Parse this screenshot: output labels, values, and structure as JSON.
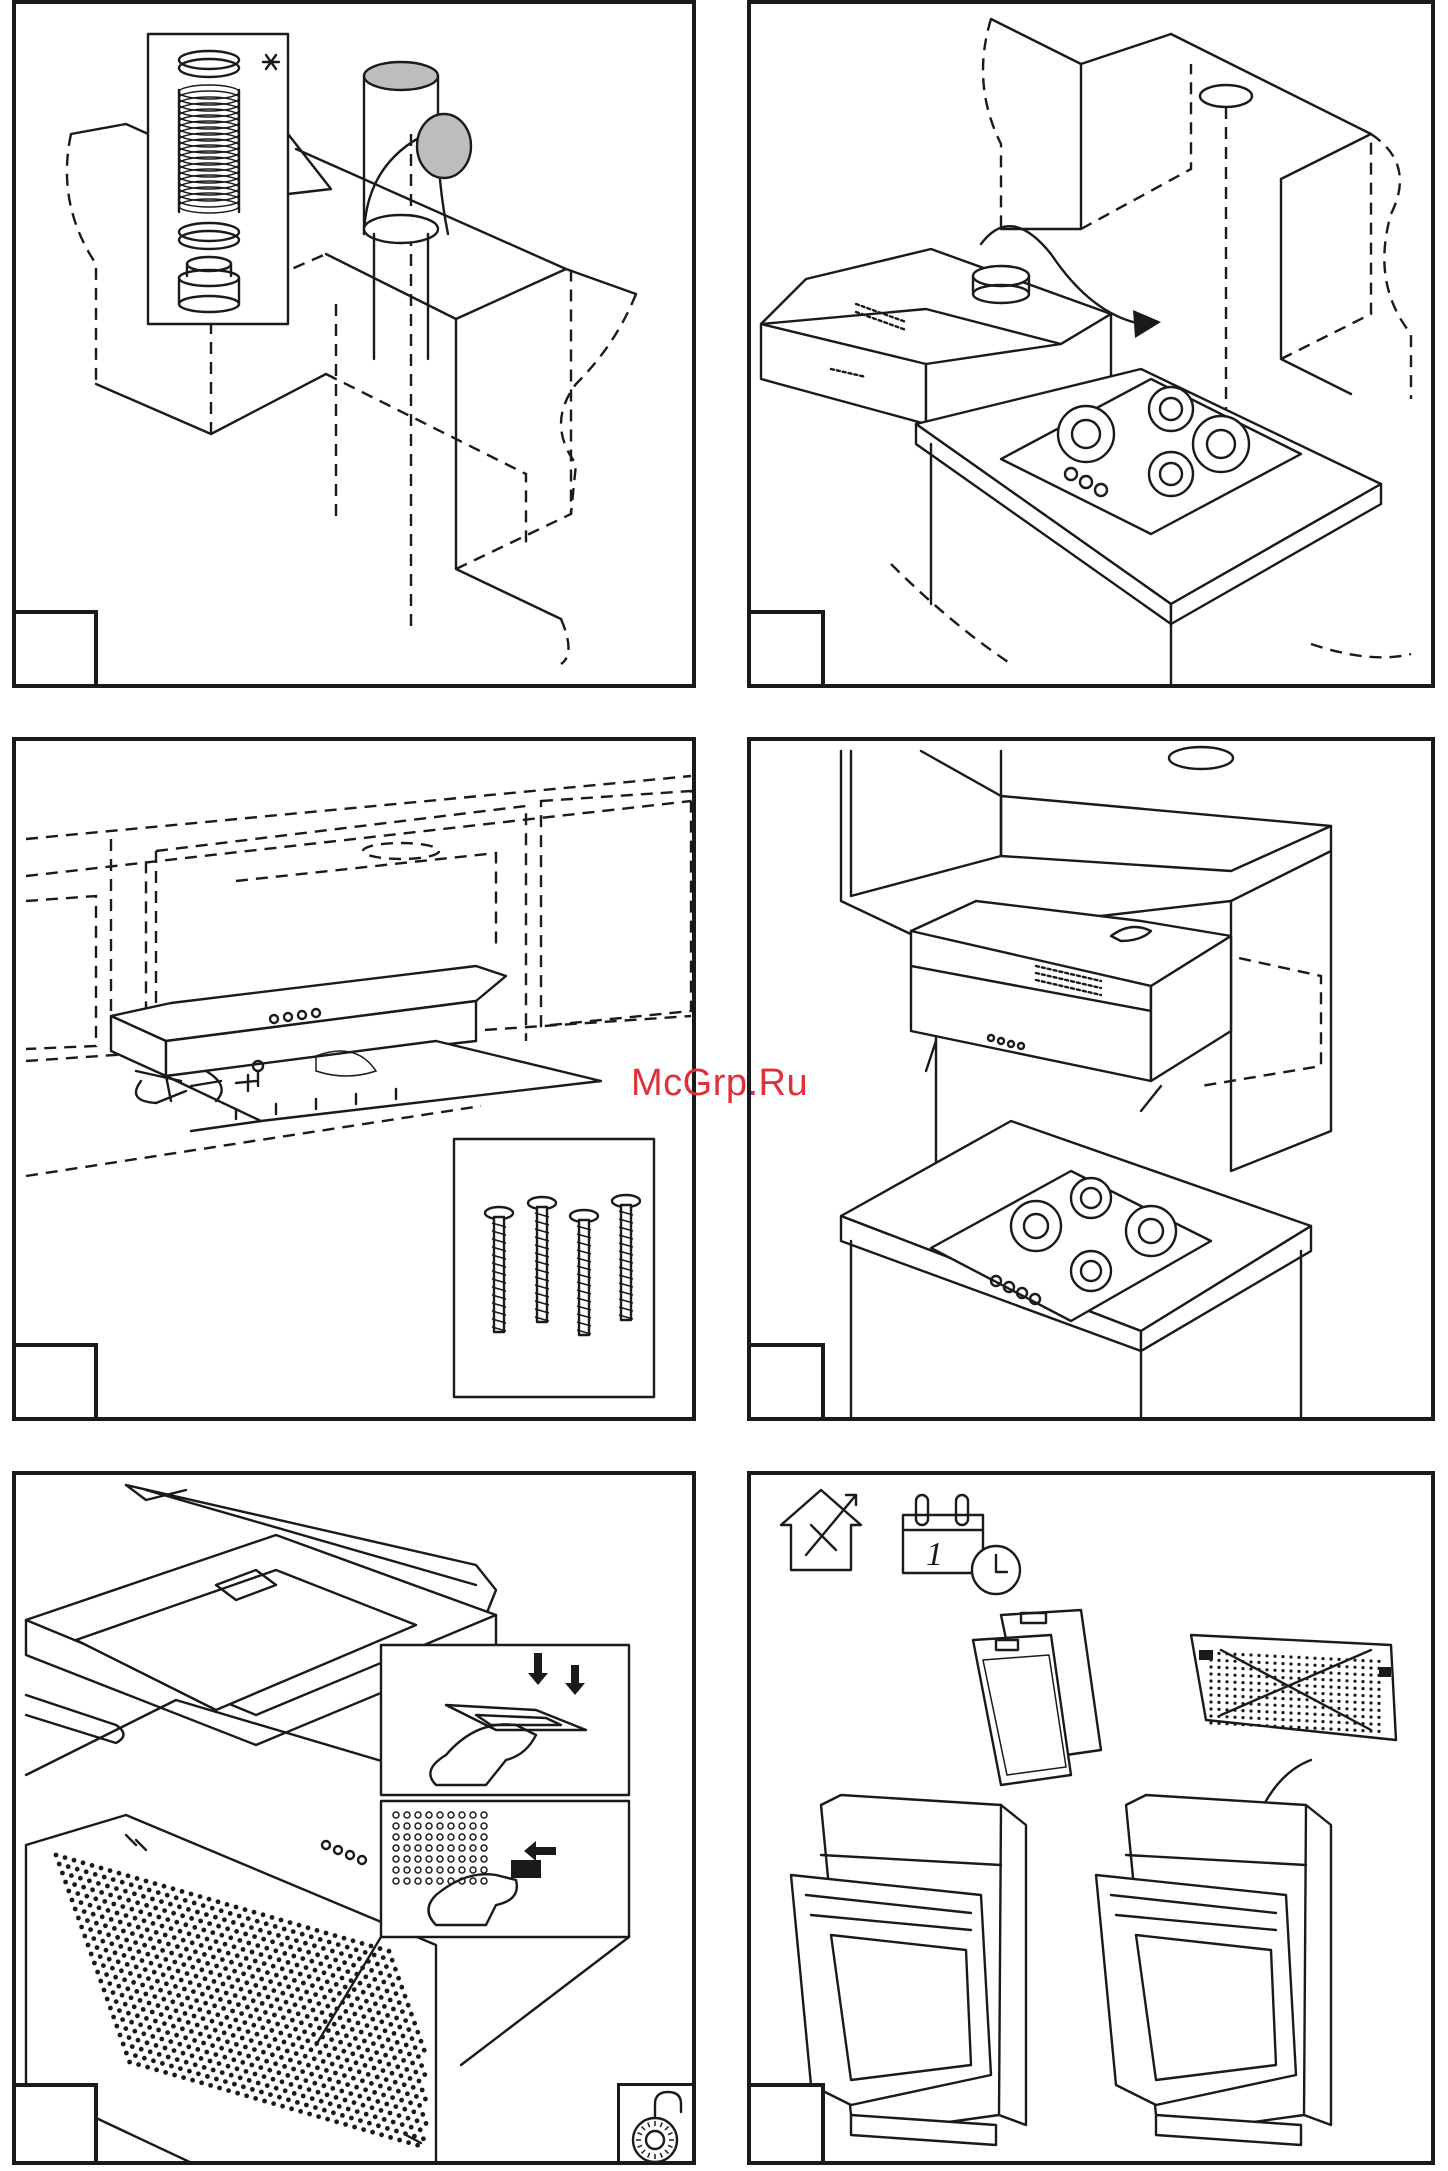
{
  "watermark": {
    "text": "McGrp.Ru"
  },
  "panels": [
    {
      "name": "panel-duct-connection"
    },
    {
      "name": "panel-hood-placement"
    },
    {
      "name": "panel-screw-fixing"
    },
    {
      "name": "panel-mounted-hood"
    },
    {
      "name": "panel-filter-removal"
    },
    {
      "name": "panel-filter-cleaning"
    }
  ],
  "icons": {
    "duct_detail": "asterisk-icon",
    "lock": "padlock-icon",
    "house": "house-vent-icon",
    "calendar": "calendar-clock-icon"
  },
  "colors": {
    "line": "#1a1a1a",
    "watermark": "#e0303a",
    "duct_fill": "#bdbdbd"
  }
}
